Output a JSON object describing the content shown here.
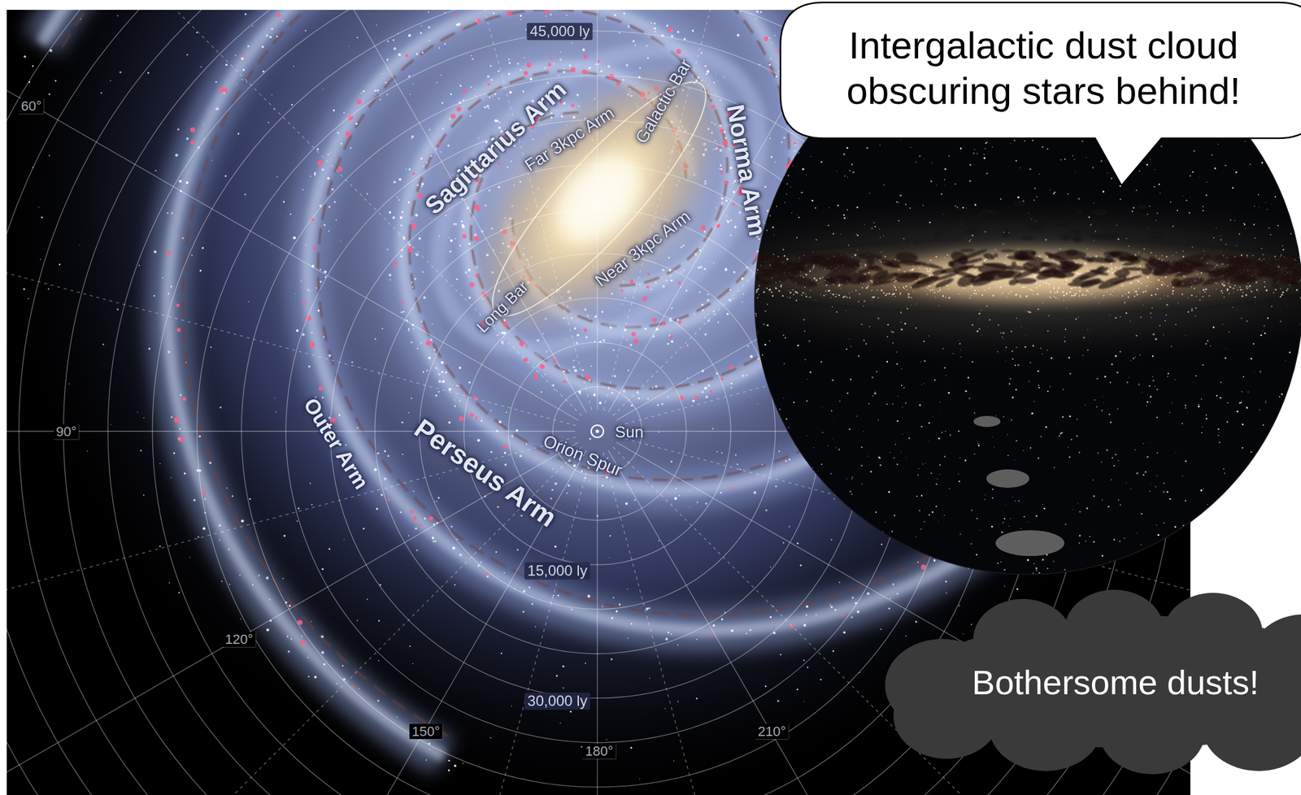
{
  "diagram": {
    "nodes": [
      {
        "text": [
          "Intergalactic dust cloud obscuring stars behind!"
        ]
      },
      {
        "text": [
          "Bothersome dusts!"
        ]
      }
    ],
    "labels": [
      "45,000 ly",
      "60°",
      "Sagittarius Arm",
      "Far 3kpc Arm",
      "Galactic Bar",
      "Norma Arm",
      "Near 3kpc Arm",
      "Long Bar",
      "90°",
      "Outer Arm",
      "Perseus Arm",
      "Sun",
      "Orion Spur",
      "15,000 ly",
      "120°",
      "30,000 ly",
      "150°",
      "180°",
      "210°"
    ]
  }
}
